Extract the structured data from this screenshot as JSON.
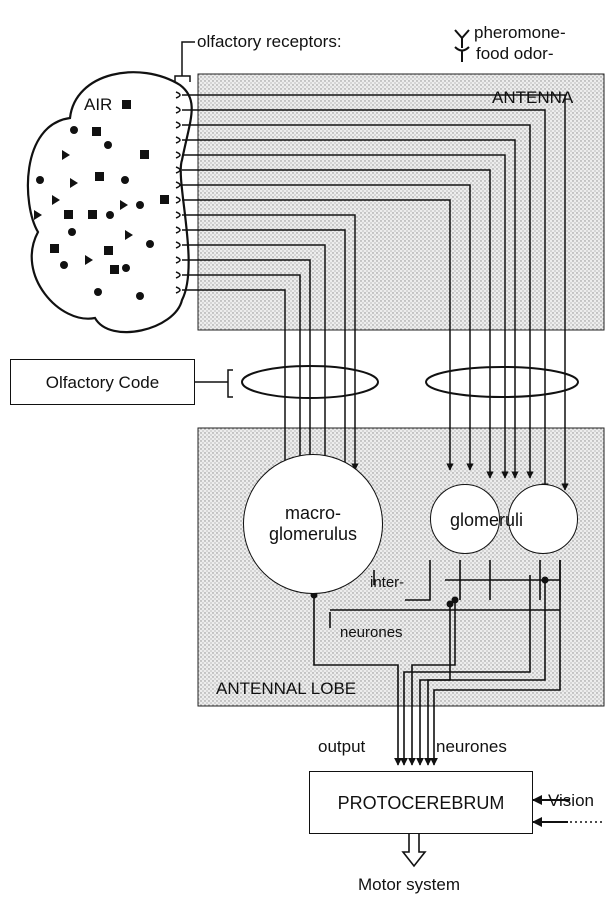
{
  "legend": {
    "receptors_label": "olfactory receptors:",
    "pheromone_label": "pheromone-",
    "food_label": "food odor-"
  },
  "regions": {
    "air": "AIR",
    "antenna": "ANTENNA",
    "antennal_lobe": "ANTENNAL LOBE"
  },
  "nodes": {
    "olfactory_code": "Olfactory Code",
    "macroglomerulus_line1": "macro-",
    "macroglomerulus_line2": "glomerulus",
    "glomeruli": "glomeruli",
    "protocerebrum": "PROTOCEREBRUM"
  },
  "labels": {
    "inter": "inter-",
    "neurones_inter": "neurones",
    "output": "output",
    "neurones_output": "neurones",
    "vision": "Vision",
    "motor": "Motor system"
  },
  "colors": {
    "ink": "#111111",
    "stipple_bg": "#ededed",
    "stipple_dot": "#8a8a8a"
  }
}
